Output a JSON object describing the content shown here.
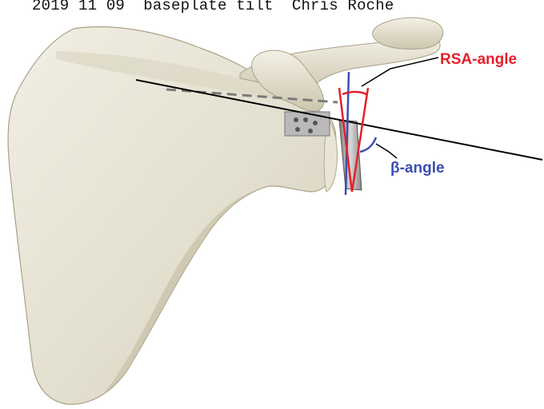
{
  "header": {
    "caption": "2019 11 09  baseplate tilt  Chris Roche"
  },
  "annotations": {
    "rsa_angle_label": "RSA-angle",
    "beta_angle_label": "β-angle"
  },
  "colors": {
    "rsa": "#e5202a",
    "beta": "#3b4fb0",
    "bone_light": "#ece9dc",
    "bone_mid": "#d8d3c0",
    "bone_shadow": "#b9b29c",
    "line": "#000000"
  }
}
